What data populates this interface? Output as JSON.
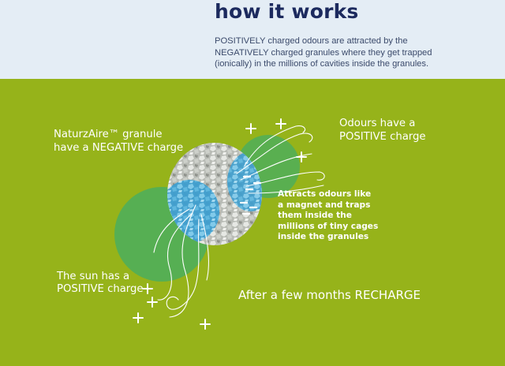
{
  "header": {
    "title": "how it works",
    "intro_lines": [
      "POSITIVELY charged odours are attracted by the",
      "NEGATIVELY charged granules where they get trapped",
      "(ionically) in the millions of cavities inside the granules."
    ]
  },
  "diagram": {
    "granule_label": [
      "NaturzAire™ granule",
      "have a NEGATIVE charge"
    ],
    "odours_label": [
      "Odours have a",
      "POSITIVE charge"
    ],
    "attract_label": [
      "Attracts odours like",
      "a magnet and traps",
      "them inside the",
      "millions of tiny cages",
      "inside the granules"
    ],
    "sun_label": [
      "The sun  has a",
      "POSITIVE charge"
    ],
    "recharge_label": "After a few months RECHARGE",
    "colors": {
      "panel": "#96b31a",
      "circle": "#4fae5a",
      "granule_blue": "#4eb0dc",
      "granule_grey": "#d4d7d2",
      "text": "#ffffff"
    }
  }
}
